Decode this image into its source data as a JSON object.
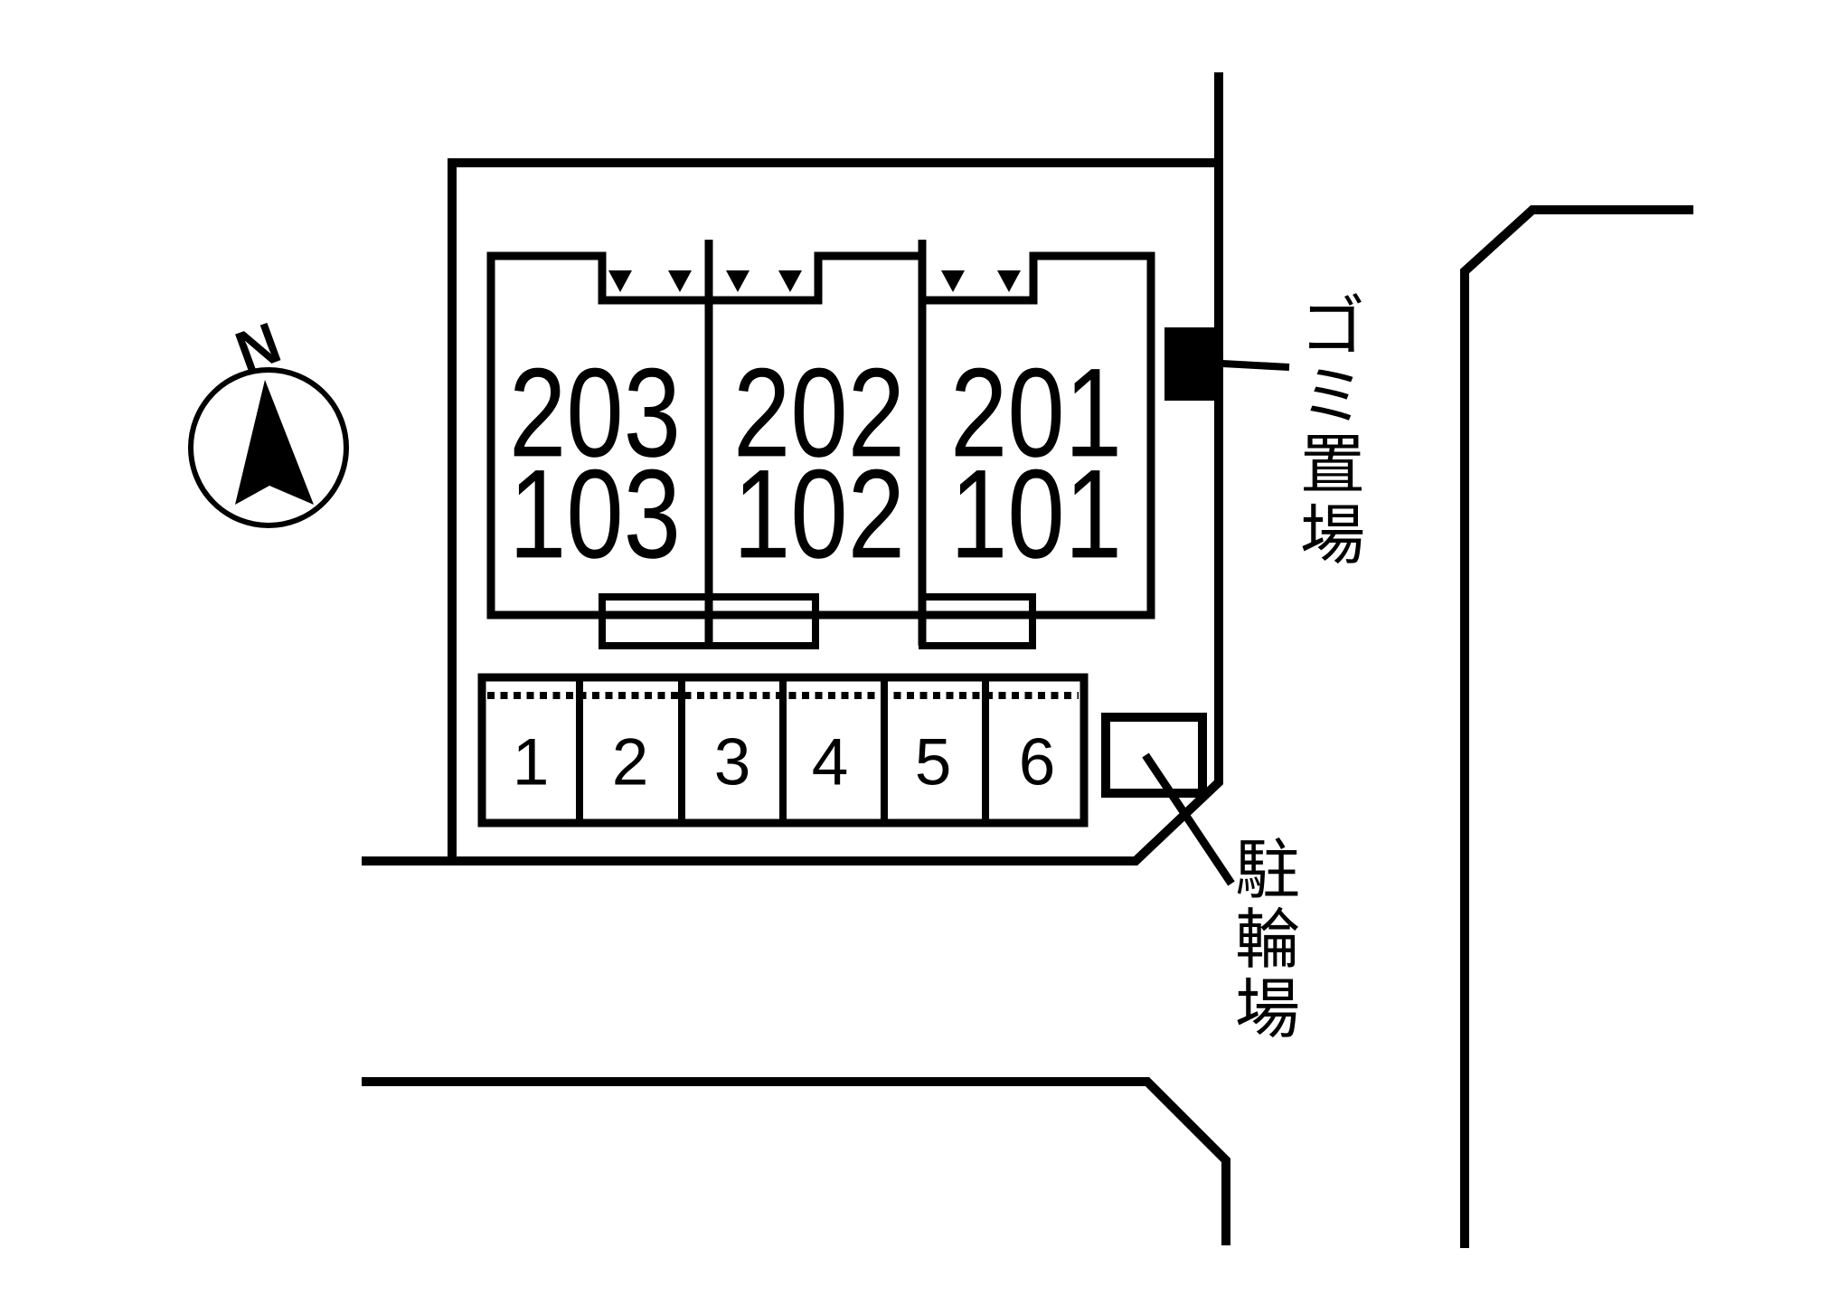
{
  "compass": {
    "north_label": "N"
  },
  "site": {
    "units": [
      {
        "upper": "203",
        "lower": "103"
      },
      {
        "upper": "202",
        "lower": "102"
      },
      {
        "upper": "201",
        "lower": "101"
      }
    ],
    "parking_stalls": [
      "1",
      "2",
      "3",
      "4",
      "5",
      "6"
    ],
    "garbage_label": "ゴミ置場",
    "garbage_chars": [
      "ゴ",
      "ミ",
      "置",
      "場"
    ],
    "bicycle_label": "駐輪場",
    "bicycle_chars": [
      "駐",
      "輪",
      "場"
    ]
  },
  "colors": {
    "line": "#000000",
    "background": "#ffffff"
  }
}
